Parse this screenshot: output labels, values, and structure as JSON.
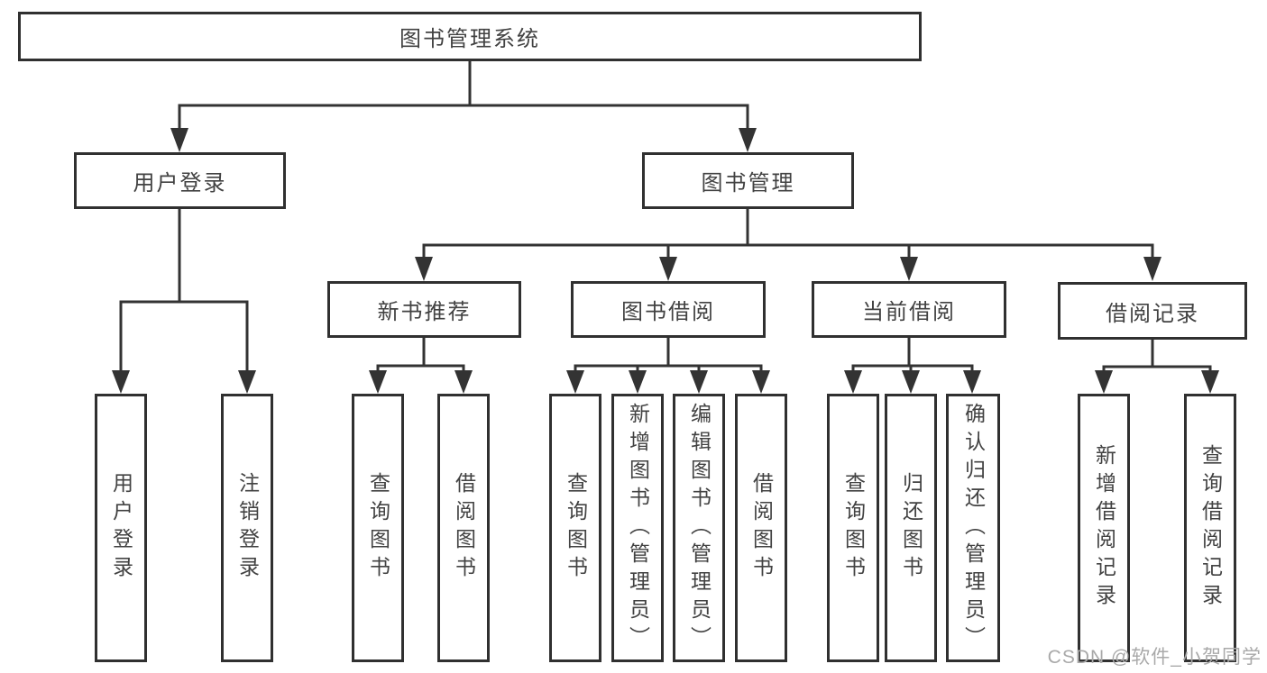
{
  "diagram": {
    "root": {
      "label": "图书管理系统"
    },
    "branches": [
      {
        "label": "用户登录",
        "children": [
          {
            "label": "用户登录"
          },
          {
            "label": "注销登录"
          }
        ]
      },
      {
        "label": "图书管理",
        "children": [
          {
            "label": "新书推荐",
            "children": [
              {
                "label": "查询图书"
              },
              {
                "label": "借阅图书"
              }
            ]
          },
          {
            "label": "图书借阅",
            "children": [
              {
                "label": "查询图书"
              },
              {
                "label": "新增图书（管理员）"
              },
              {
                "label": "编辑图书（管理员）"
              },
              {
                "label": "借阅图书"
              }
            ]
          },
          {
            "label": "当前借阅",
            "children": [
              {
                "label": "查询图书"
              },
              {
                "label": "归还图书"
              },
              {
                "label": "确认归还（管理员）"
              }
            ]
          },
          {
            "label": "借阅记录",
            "children": [
              {
                "label": "新增借阅记录"
              },
              {
                "label": "查询借阅记录"
              }
            ]
          }
        ]
      }
    ]
  },
  "watermark": {
    "text": "CSDN @软件_小贺同学"
  },
  "colors": {
    "line": "#333333",
    "border": "#303030",
    "text": "#424242",
    "watermark": "#a9a9a9",
    "background": "#ffffff"
  }
}
